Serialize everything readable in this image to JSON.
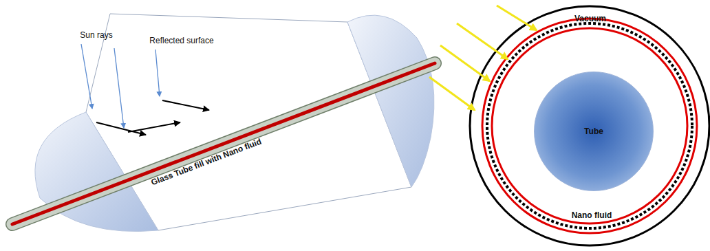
{
  "diagram": {
    "nodes": [
      {
        "text": [
          "Tube"
        ]
      }
    ],
    "labels": [
      "Sun rays",
      "Reflected surface",
      "Glass Tube fill with Nano fluid",
      "Vacuum",
      "Nano fluid"
    ]
  }
}
